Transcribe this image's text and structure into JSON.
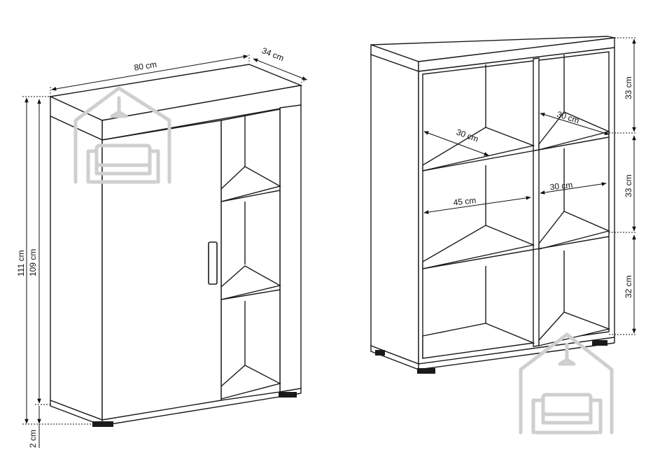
{
  "left_cabinet": {
    "width_label": "80 cm",
    "depth_label": "34 cm",
    "total_height_label": "111 cm",
    "body_height_label": "109 cm",
    "leg_height_label": "2 cm"
  },
  "right_bookcase": {
    "top_row_height_label": "33 cm",
    "middle_row_height_label": "33 cm",
    "bottom_row_height_label": "32 cm",
    "left_compartment_depth_label": "30 cm",
    "right_compartment_depth_label": "30 cm",
    "left_compartment_width_label": "45 cm",
    "right_compartment_width_label": "30 cm"
  },
  "watermark_icon": "house-sofa-icon",
  "colors": {
    "line": "#1a1a1a",
    "watermark": "#cfcfcf"
  }
}
